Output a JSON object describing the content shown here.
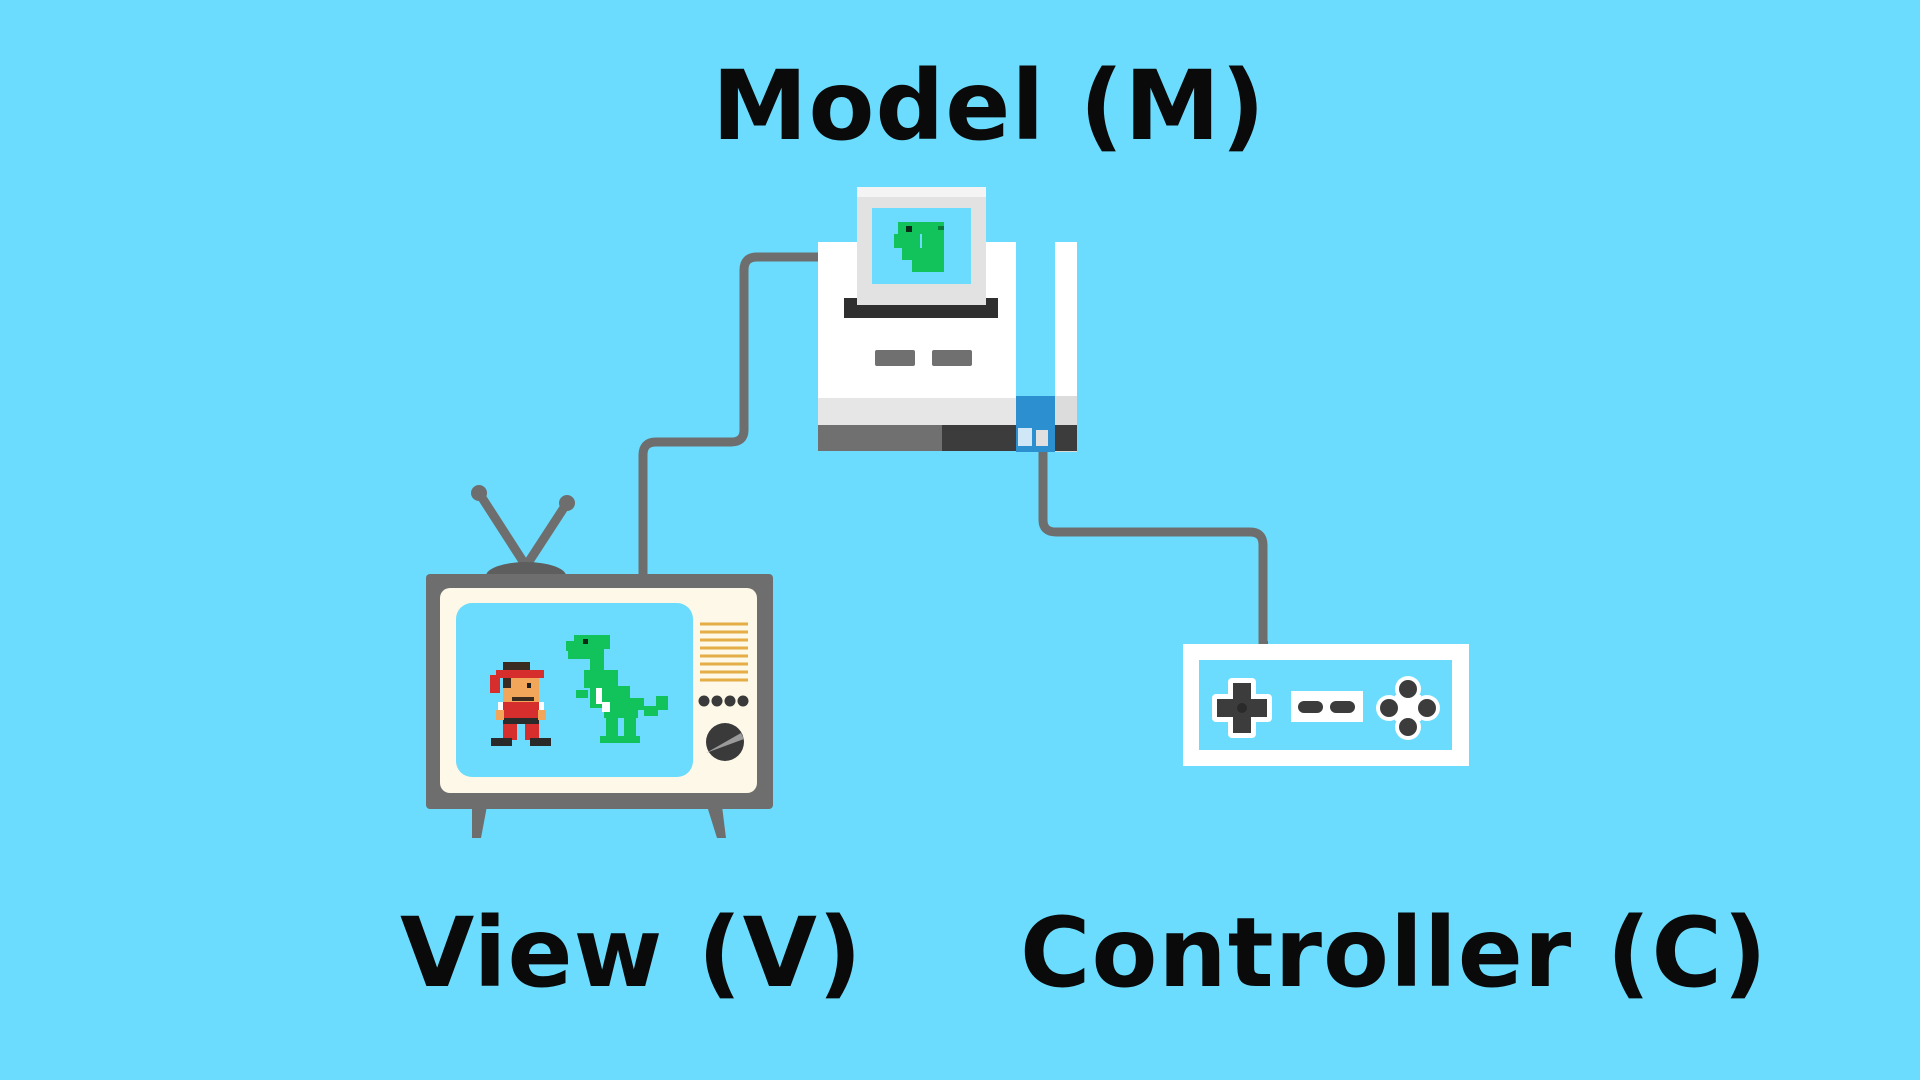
{
  "diagram": {
    "labels": {
      "model": "Model (M)",
      "view": "View (V)",
      "controller": "Controller (C)"
    },
    "nodes": [
      {
        "id": "model",
        "icon": "game-console-icon"
      },
      {
        "id": "view",
        "icon": "retro-tv-icon"
      },
      {
        "id": "controller",
        "icon": "gamepad-icon"
      }
    ],
    "edges": [
      {
        "from": "model",
        "to": "view"
      },
      {
        "from": "model",
        "to": "controller"
      }
    ],
    "colors": {
      "background": "#6bdcfd",
      "text": "#0a0a0a",
      "cable": "#6e6e6e",
      "device_white": "#ffffff",
      "device_gray": "#e6e6e6",
      "dark": "#3a3a3a",
      "accent_blue": "#2b8fd0",
      "screen_blue": "#6bdcfd",
      "dino_green": "#12c25a",
      "mario_red": "#d62d2d"
    }
  }
}
